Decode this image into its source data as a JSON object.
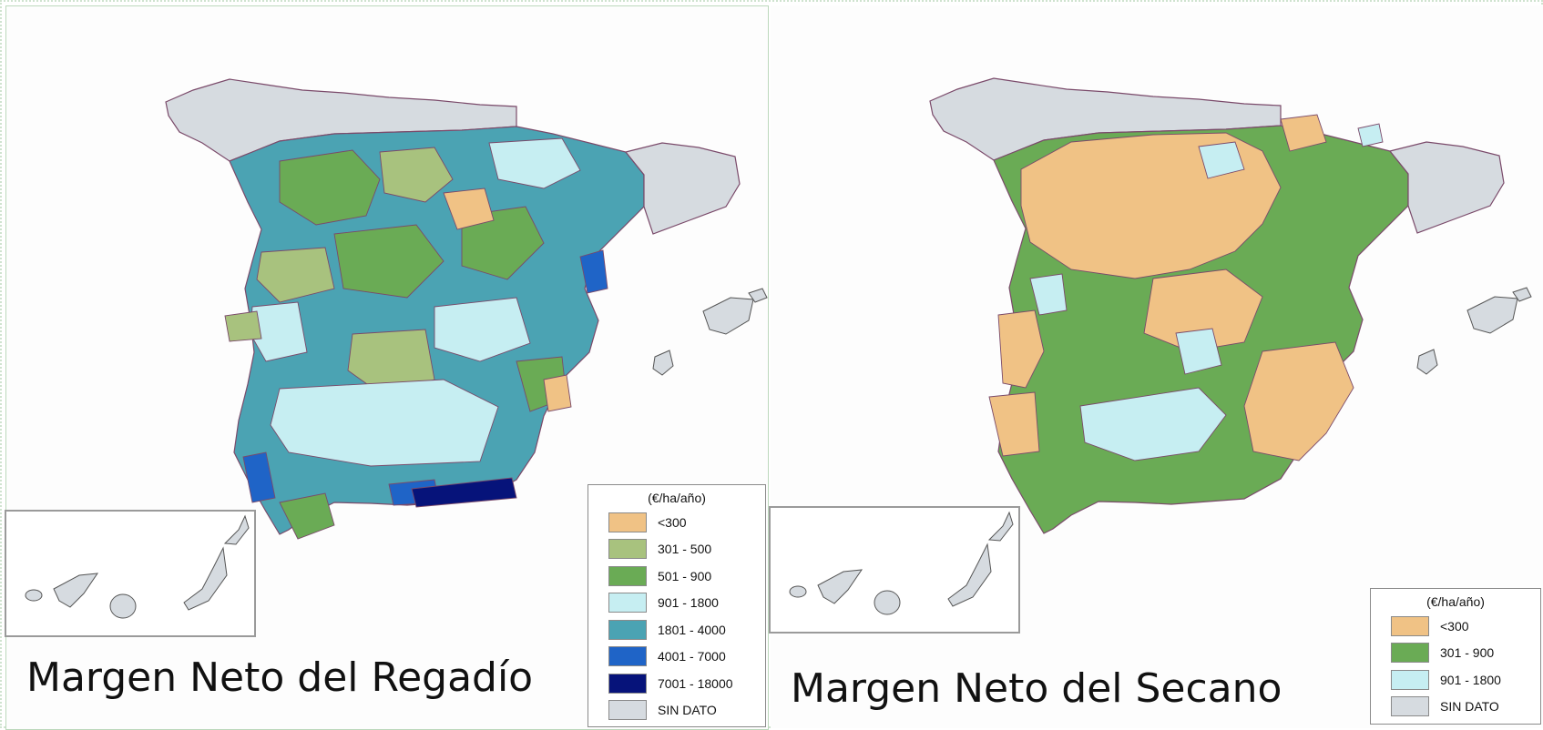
{
  "maps": [
    {
      "title": "Margen Neto del Regadío",
      "legend": {
        "unit": "(€/ha/año)",
        "classes": [
          {
            "label": "<300",
            "color": "#f0c285"
          },
          {
            "label": "301 - 500",
            "color": "#a8c27e"
          },
          {
            "label": "501 - 900",
            "color": "#6aab55"
          },
          {
            "label": "901 - 1800",
            "color": "#c6eef2"
          },
          {
            "label": "1801 - 4000",
            "color": "#4ba3b3"
          },
          {
            "label": "4001 - 7000",
            "color": "#1f64c7"
          },
          {
            "label": "7001 - 18000",
            "color": "#06137a"
          },
          {
            "label": "SIN DATO",
            "color": "#d6dbe0"
          }
        ]
      },
      "region_classes": [
        "#d6dbe0",
        "#4ba3b3",
        "#6aab55",
        "#a8c27e",
        "#c6eef2",
        "#f0c285",
        "#1f64c7",
        "#06137a"
      ]
    },
    {
      "title": "Margen Neto del Secano",
      "legend": {
        "unit": "(€/ha/año)",
        "classes": [
          {
            "label": "<300",
            "color": "#f0c285"
          },
          {
            "label": "301 - 900",
            "color": "#6aab55"
          },
          {
            "label": "901 - 1800",
            "color": "#c6eef2"
          },
          {
            "label": "SIN DATO",
            "color": "#d6dbe0"
          }
        ]
      },
      "region_classes": [
        "#d6dbe0",
        "#f0c285",
        "#6aab55",
        "#c6eef2"
      ]
    }
  ],
  "colors": {
    "border": "#7a4a6a",
    "island": "#d6dbe0",
    "panel_border": "#bcd8bc"
  }
}
